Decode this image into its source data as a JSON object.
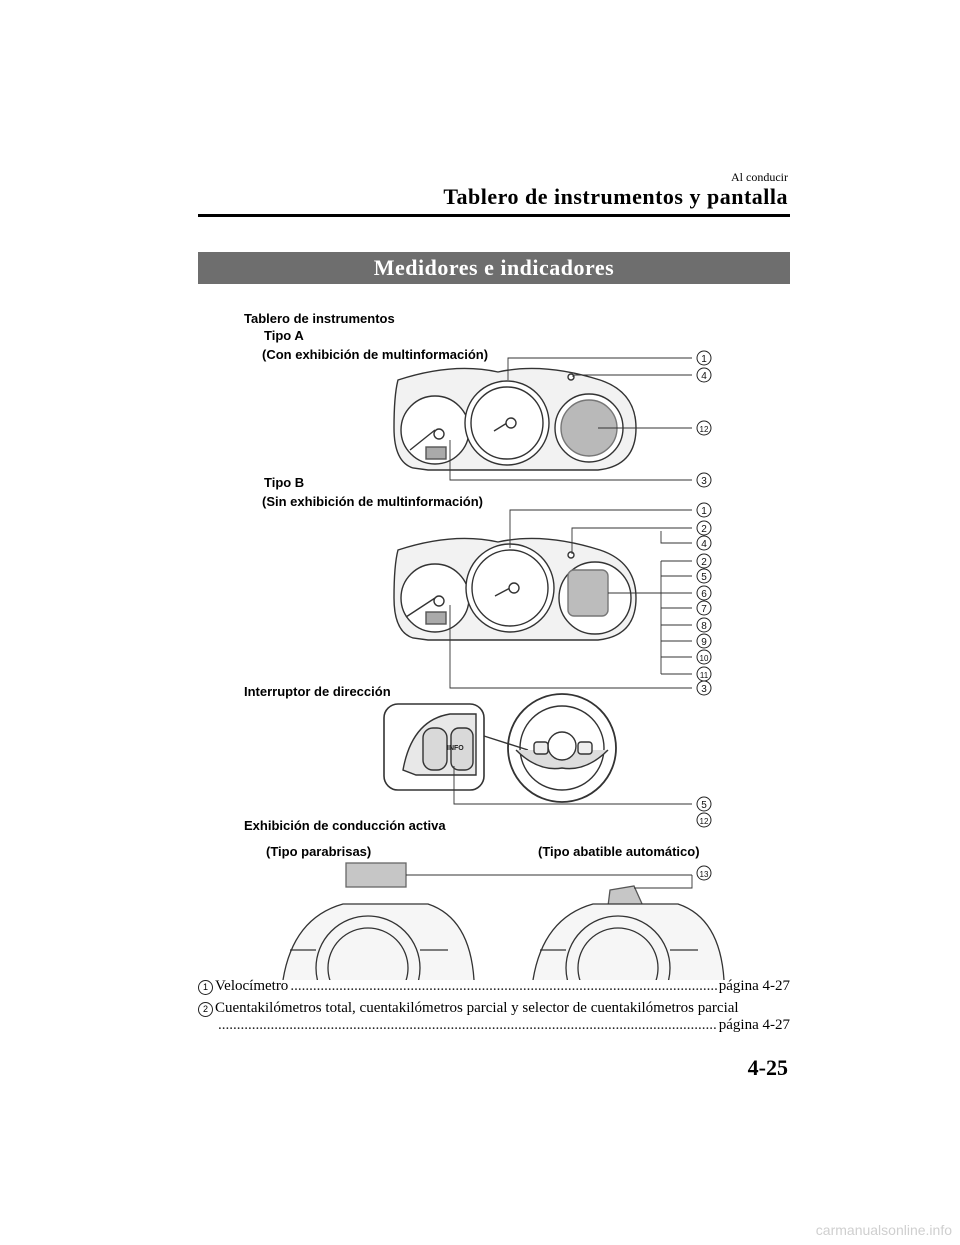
{
  "header": {
    "section": "Al conducir",
    "chapter": "Tablero de instrumentos y pantalla"
  },
  "banner": "Medidores e indicadores",
  "figure": {
    "cluster_title": "Tablero de instrumentos",
    "type_a": "Tipo A",
    "type_a_note": "(Con exhibición de multinformación)",
    "type_b": "Tipo B",
    "type_b_note": "(Sin exhibición de multinformación)",
    "steering_switch": "Interruptor de dirección",
    "info_button": "INFO",
    "active_display": "Exhibición de conducción activa",
    "windshield_type": "(Tipo parabrisas)",
    "popup_type": "(Tipo abatible automático)",
    "callouts_a": [
      "1",
      "4",
      "12",
      "3"
    ],
    "callouts_b": [
      "1",
      "2",
      "4",
      "2",
      "5",
      "6",
      "7",
      "8",
      "9",
      "10",
      "11",
      "3"
    ],
    "callouts_switch": [
      "5",
      "12"
    ],
    "callouts_hud": [
      "13"
    ]
  },
  "items": [
    {
      "num": "1",
      "text": "Velocímetro",
      "page": "página 4-27"
    },
    {
      "num": "2",
      "text": "Cuentakilómetros total, cuentakilómetros parcial y selector de cuentakilómetros parcial",
      "page": "página 4-27"
    }
  ],
  "page_number": "4-25",
  "watermark": "carmanualsonline.info"
}
